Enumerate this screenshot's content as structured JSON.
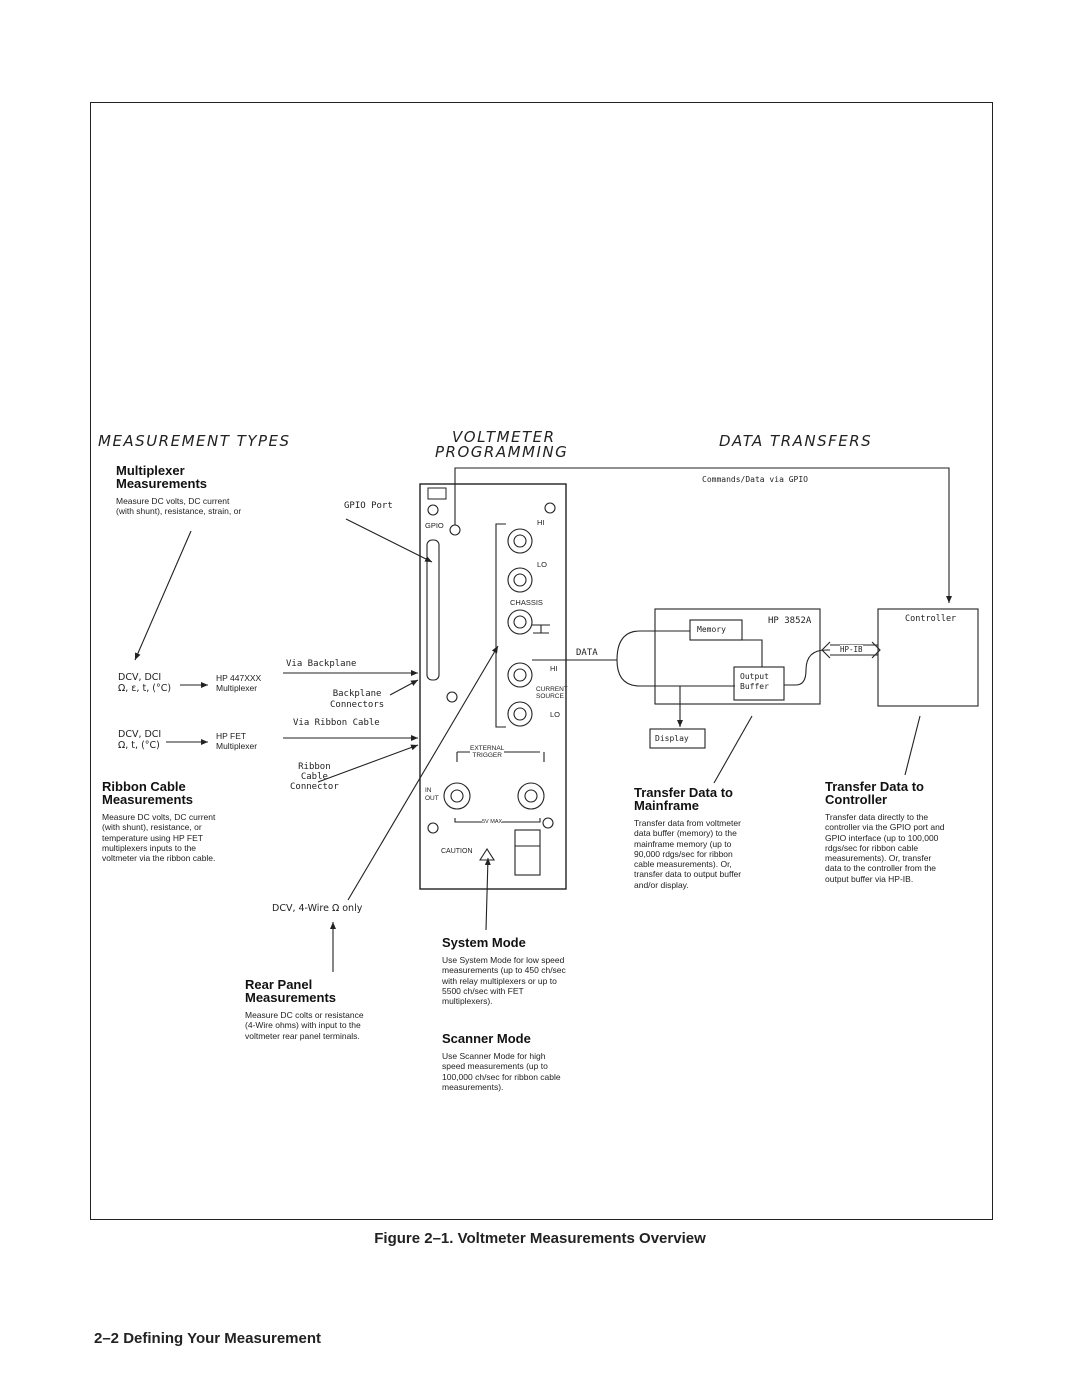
{
  "headers": {
    "measurement_types": "MEASUREMENT TYPES",
    "voltmeter_programming_1": "VOLTMETER",
    "voltmeter_programming_2": "PROGRAMMING",
    "data_transfers": "DATA TRANSFERS"
  },
  "multiplexer": {
    "title_1": "Multiplexer",
    "title_2": "Measurements",
    "desc": "Measure DC volts, DC current\n(with shunt), resistance, strain, or"
  },
  "inputs": {
    "row1_left": "DCV, DCI\nΩ, ε, t, (°C)",
    "row1_right": "HP 447XXX\nMultiplexer",
    "row2_left": "DCV, DCI\nΩ, t, (°C)",
    "row2_right": "HP FET\nMultiplexer"
  },
  "ribbon_cable": {
    "title_1": "Ribbon Cable",
    "title_2": "Measurements",
    "desc": "Measure DC volts, DC current\n(with shunt), resistance, or\ntemperature using HP FET\nmultiplexers inputs to the\nvoltmeter via the ribbon cable."
  },
  "labels": {
    "gpio_port": "GPIO Port",
    "via_backplane": "Via Backplane",
    "backplane_connectors": "Backplane\nConnectors",
    "via_ribbon_cable": "Via Ribbon Cable",
    "ribbon_cable_connector": "Ribbon\nCable\nConnector",
    "dcv_4wire": "DCV, 4-Wire Ω only",
    "commands_data": "Commands/Data via GPIO",
    "data": "DATA",
    "hp3852a": "HP 3852A",
    "memory": "Memory",
    "output_buffer": "Output\nBuffer",
    "display": "Display",
    "controller": "Controller",
    "hpib": "HP-IB"
  },
  "panel": {
    "gpio": "GPIO",
    "hi": "HI",
    "lo": "LO",
    "chassis": "CHASSIS",
    "hi2": "HI",
    "current_source": "CURRENT\nSOURCE",
    "lo2": "LO",
    "external_trigger": "EXTERNAL\nTRIGGER",
    "in_out": "IN\nOUT",
    "max": "5V MAX",
    "caution": "CAUTION"
  },
  "system_mode": {
    "title": "System Mode",
    "desc": "Use System Mode for low speed\nmeasurements (up to 450 ch/sec\nwith relay multiplexers or up to\n5500 ch/sec with FET\nmultiplexers)."
  },
  "scanner_mode": {
    "title": "Scanner Mode",
    "desc": "Use Scanner Mode for high\nspeed measurements (up to\n100,000 ch/sec for ribbon cable\nmeasurements)."
  },
  "rear_panel": {
    "title_1": "Rear Panel",
    "title_2": "Measurements",
    "desc": "Measure DC colts or resistance\n(4-Wire ohms) with input to the\nvoltmeter rear panel terminals."
  },
  "transfer_mainframe": {
    "title_1": "Transfer Data to",
    "title_2": "Mainframe",
    "desc": "Transfer data from voltmeter\ndata buffer (memory) to the\nmainframe memory (up to\n90,000 rdgs/sec for ribbon\ncable measurements). Or,\ntransfer data to output buffer\nand/or display."
  },
  "transfer_controller": {
    "title_1": "Transfer Data to",
    "title_2": "Controller",
    "desc": "Transfer data directly to the\ncontroller via the GPIO port and\nGPIO interface (up to 100,000\nrdgs/sec for ribbon cable\nmeasurements). Or, transfer\ndata to the controller from the\noutput buffer via HP-IB."
  },
  "caption": "Figure 2–1. Voltmeter Measurements Overview",
  "footer": "2–2 Defining Your Measurement"
}
